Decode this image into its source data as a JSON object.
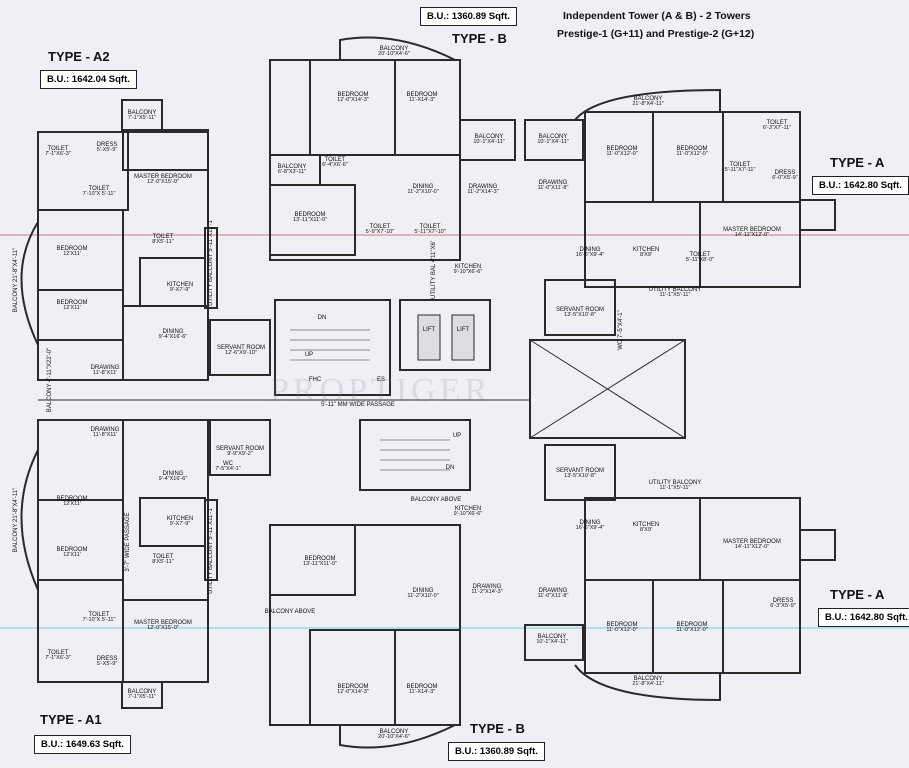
{
  "header": {
    "tower_line": "Independent Tower (A & B) - 2 Towers",
    "prestige_line": "Prestige-1 (G+11) and Prestige-2 (G+12)"
  },
  "types": {
    "a2": {
      "title": "TYPE - A2",
      "bu": "B.U.: 1642.04 Sqft."
    },
    "a1": {
      "title": "TYPE - A1",
      "bu": "B.U.: 1649.63 Sqft."
    },
    "b_top": {
      "title": "TYPE - B",
      "bu": "B.U.: 1360.89 Sqft."
    },
    "b_bottom": {
      "title": "TYPE - B",
      "bu": "B.U.: 1360.89 Sqft."
    },
    "a_top": {
      "title": "TYPE - A",
      "bu": "B.U.: 1642.80 Sqft."
    },
    "a_bottom": {
      "title": "TYPE - A",
      "bu": "B.U.: 1642.80 Sqft."
    }
  },
  "watermark": "PROPTIGER",
  "colors": {
    "wall": "#2a2a2a",
    "background": "#eef0f6",
    "line_red": "#d94444",
    "line_cyan": "#4fc3d6",
    "lift_fill": "#dcdde3"
  },
  "rooms": [
    {
      "name": "BALCONY",
      "dim": "20'-10\"X4'-6\""
    },
    {
      "name": "BEDROOM",
      "dim": "12'-0\"X14'-3\""
    },
    {
      "name": "BEDROOM",
      "dim": "11'-X14'-3\""
    },
    {
      "name": "BALCONY",
      "dim": "21'-8\"X4'-11\""
    },
    {
      "name": "BALCONY",
      "dim": "10'-1\"X4'-11\""
    },
    {
      "name": "BALCONY",
      "dim": "10'-1\"X4'-11\""
    },
    {
      "name": "BEDROOM",
      "dim": "11'-0\"X12'-0\""
    },
    {
      "name": "BEDROOM",
      "dim": "11'-0\"X12'-0\""
    },
    {
      "name": "BALCONY",
      "dim": "7'-1\"X5'-11\""
    },
    {
      "name": "TOILET",
      "dim": "7'-1\"X6'-3\""
    },
    {
      "name": "DRESS",
      "dim": "5'-X5'-9\""
    },
    {
      "name": "TOILET",
      "dim": "7'-10\"X 5'-11\""
    },
    {
      "name": "MASTER BEDROOM",
      "dim": "12'-0\"X15'-0\""
    },
    {
      "name": "TOILET",
      "dim": "6'-4\"X6'-6\""
    },
    {
      "name": "BALCONY",
      "dim": "6'-8\"X3'-11\""
    },
    {
      "name": "DINING",
      "dim": "11'-2\"X10'-0\""
    },
    {
      "name": "DRAWING",
      "dim": "11'-2\"X14'-3\""
    },
    {
      "name": "DRAWING",
      "dim": "11'-0\"X11'-8\""
    },
    {
      "name": "TOILET",
      "dim": "6'-3\"X7'-11\""
    },
    {
      "name": "TOILET",
      "dim": "5'-11\"X7'-11\""
    },
    {
      "name": "DRESS",
      "dim": "6'-0\"X5'-9\""
    },
    {
      "name": "BEDROOM",
      "dim": "13'-11\"X11'-0\""
    },
    {
      "name": "TOILET",
      "dim": "5'-9\"X7'-10\""
    },
    {
      "name": "TOILET",
      "dim": "5'-11\"X7'-10\""
    },
    {
      "name": "BEDROOM",
      "dim": "12'X11'"
    },
    {
      "name": "TOILET",
      "dim": "8'X5'-11\""
    },
    {
      "name": "BALCONY",
      "dim": "21'-8\"X4'-11\""
    },
    {
      "name": "UTILITY BALCONY",
      "dim": "5'-11\"X11'-1\""
    },
    {
      "name": "DINING",
      "dim": "16'-6\"X9'-4\""
    },
    {
      "name": "KITCHEN",
      "dim": "8'X9'"
    },
    {
      "name": "MASTER BEDROOM",
      "dim": "14'-11\"X12'-0\""
    },
    {
      "name": "TOILET",
      "dim": "5'-11\"X8'-0\""
    },
    {
      "name": "UTILITY BAL",
      "dim": "4'11\"X6'"
    },
    {
      "name": "KITCHEN",
      "dim": "9'-10\"X6'-6\""
    },
    {
      "name": "KITCHEN",
      "dim": "9'-X7'-9\""
    },
    {
      "name": "UTILITY BALCONY",
      "dim": "11'-1\"X5'-11\""
    },
    {
      "name": "BEDROOM",
      "dim": "12'X11'"
    },
    {
      "name": "SERVANT ROOM",
      "dim": "13'-5\"X10'-8\""
    },
    {
      "name": "WC",
      "dim": "7'-5\"X4'-1\""
    },
    {
      "name": "DINING",
      "dim": "9'-4\"X16'-6\""
    },
    {
      "name": "SERVANT ROOM",
      "dim": "12'-6\"X9'-10\""
    },
    {
      "name": "LIFT",
      "dim": ""
    },
    {
      "name": "LIFT",
      "dim": ""
    },
    {
      "name": "DN",
      "dim": ""
    },
    {
      "name": "UP",
      "dim": ""
    },
    {
      "name": "BALCONY",
      "dim": "4'-11\"X22'-0\""
    },
    {
      "name": "DRAWING",
      "dim": "11'-8\"X11'"
    },
    {
      "name": "FHC",
      "dim": ""
    },
    {
      "name": "ES",
      "dim": ""
    },
    {
      "name": "5'-11\" MM WIDE PASSAGE",
      "dim": ""
    },
    {
      "name": "DRAWING",
      "dim": "11'-8\"X11'"
    },
    {
      "name": "UP",
      "dim": ""
    },
    {
      "name": "SERVANT ROOM",
      "dim": "9'-9\"X9'-2\""
    },
    {
      "name": "WC",
      "dim": "7'-5\"X4'-1\""
    },
    {
      "name": "DN",
      "dim": ""
    },
    {
      "name": "SERVANT ROOM",
      "dim": "13'-5\"X10'-8\""
    },
    {
      "name": "UTILITY BALCONY",
      "dim": "11'-1\"X5'-11\""
    },
    {
      "name": "DINING",
      "dim": "9'-4\"X16'-6\""
    },
    {
      "name": "BALCONY ABOVE",
      "dim": ""
    },
    {
      "name": "KITCHEN",
      "dim": "9'-10\"X6'-6\""
    },
    {
      "name": "BEDROOM",
      "dim": "12'X11'"
    },
    {
      "name": "KITCHEN",
      "dim": "9'-X7'-9\""
    },
    {
      "name": "DINING",
      "dim": "16'-6\"X9'-4\""
    },
    {
      "name": "KITCHEN",
      "dim": "8'X9'"
    },
    {
      "name": "MASTER BEDROOM",
      "dim": "14'-11\"X12'-0\""
    },
    {
      "name": "TOILET",
      "dim": "8'X5'-11\""
    },
    {
      "name": "BALCONY",
      "dim": "21'-8\"X4'-11\""
    },
    {
      "name": "3'-7\" WIDE PASSAGE",
      "dim": ""
    },
    {
      "name": "UTILITY BALCONY",
      "dim": "5'-11\"X11'-1\""
    },
    {
      "name": "BEDROOM",
      "dim": "13'-11\"X11'-0\""
    },
    {
      "name": "BEDROOM",
      "dim": "12'X11'"
    },
    {
      "name": "DINING",
      "dim": "11'-2\"X10'-0\""
    },
    {
      "name": "DRAWING",
      "dim": "11'-2\"X14'-3\""
    },
    {
      "name": "DRAWING",
      "dim": "11'-0\"X11'-8\""
    },
    {
      "name": "BALCONY ABOVE",
      "dim": ""
    },
    {
      "name": "TOILET",
      "dim": "7'-10\"X 5'-11\""
    },
    {
      "name": "MASTER BEDROOM",
      "dim": "12'-0\"X15'-0\""
    },
    {
      "name": "DRESS",
      "dim": "6'-3\"X5'-9\""
    },
    {
      "name": "TOILET",
      "dim": "7'-1\"X6'-3\""
    },
    {
      "name": "DRESS",
      "dim": "5'-X5'-9\""
    },
    {
      "name": "BEDROOM",
      "dim": "11'-0\"X12'-0\""
    },
    {
      "name": "BEDROOM",
      "dim": "11'-0\"X12'-0\""
    },
    {
      "name": "BALCONY",
      "dim": "10'-1\"X4'-11\""
    },
    {
      "name": "BALCONY",
      "dim": "7'-1\"X5'-11\""
    },
    {
      "name": "BEDROOM",
      "dim": "12'-0\"X14'-3\""
    },
    {
      "name": "BEDROOM",
      "dim": "11'-X14'-3\""
    },
    {
      "name": "BALCONY",
      "dim": "21'-8\"X4'-11\""
    },
    {
      "name": "BALCONY",
      "dim": "20'-10\"X4'-6\""
    }
  ]
}
